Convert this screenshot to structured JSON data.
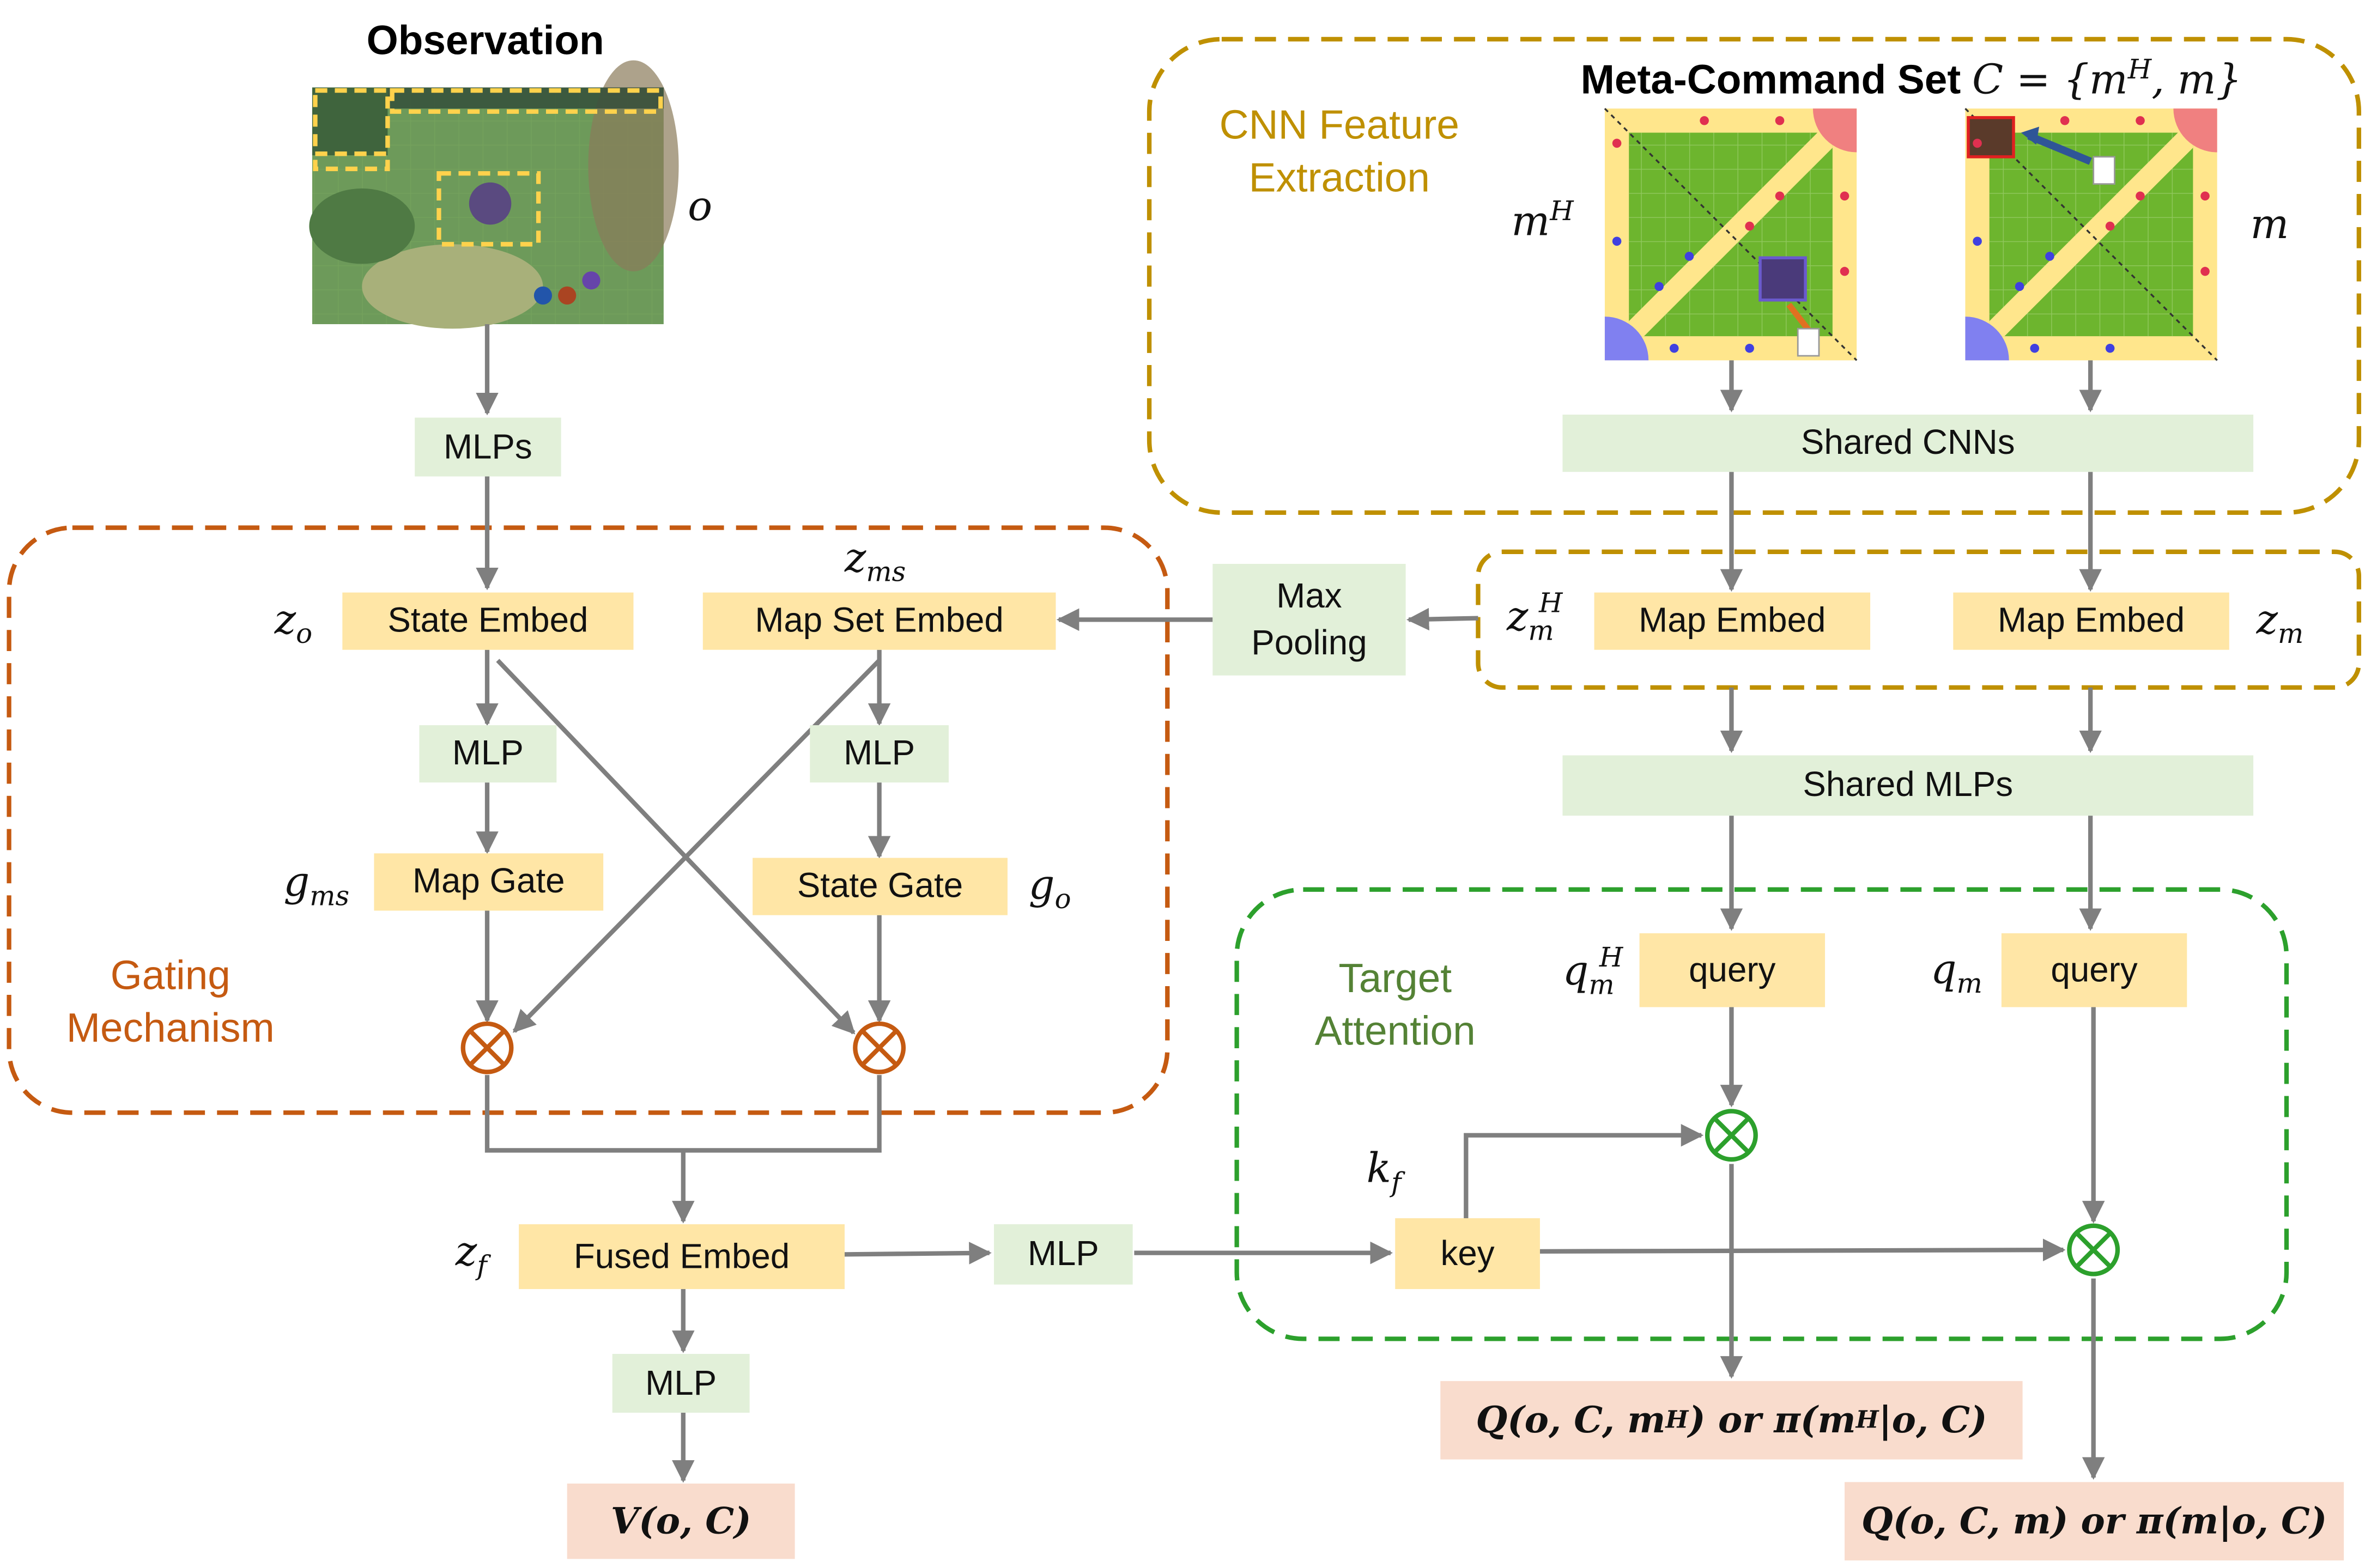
{
  "observation": {
    "title": "Observation",
    "symbol": "o"
  },
  "meta_command_set": {
    "title": "Meta-Command Set",
    "formula": "C = {m",
    "formula_sup": "H",
    "formula_end": ", m}",
    "left_symbol": "m",
    "left_sup": "H",
    "right_symbol": "m"
  },
  "sections": {
    "cnn": [
      "CNN Feature",
      "Extraction"
    ],
    "gating": [
      "Gating",
      "Mechanism"
    ],
    "attention": [
      "Target",
      "Attention"
    ]
  },
  "boxes": {
    "mlps": "MLPs",
    "shared_cnns": "Shared CNNs",
    "state_embed": "State Embed",
    "map_set_embed": "Map Set Embed",
    "max_pooling_1": "Max",
    "max_pooling_2": "Pooling",
    "map_embed_left": "Map Embed",
    "map_embed_right": "Map Embed",
    "mlp_left": "MLP",
    "mlp_right": "MLP",
    "shared_mlps": "Shared MLPs",
    "map_gate": "Map Gate",
    "state_gate": "State Gate",
    "query_left": "query",
    "query_right": "query",
    "fused_embed": "Fused Embed",
    "mlp_mid": "MLP",
    "key": "key",
    "mlp_value": "MLP"
  },
  "symbols": {
    "z": "z",
    "z_o_sub": "o",
    "z_ms_sub": "ms",
    "z_m_sub": "m",
    "z_mH_sup": "H",
    "g": "g",
    "g_ms_sub": "ms",
    "g_o_sub": "o",
    "q": "q",
    "q_m_sub": "m",
    "q_mH_sup": "H",
    "k": "k",
    "k_f_sub": "f",
    "z_f_sub": "f"
  },
  "outputs": {
    "value": "V(o, C)",
    "q_high": "Q(o, C, m^H) or π(m^H|o, C)",
    "q_low": "Q(o, C, m) or π(m|o, C)"
  },
  "colors": {
    "gating": "#C55A11",
    "cnn": "#BF9000",
    "attention": "#2CA02C",
    "attention_text": "#548235",
    "yellow_box": "#FFE6A6",
    "green_box": "#E2F0D9",
    "pink_box": "#F9DCCD",
    "arrow": "#7F7F7F"
  }
}
